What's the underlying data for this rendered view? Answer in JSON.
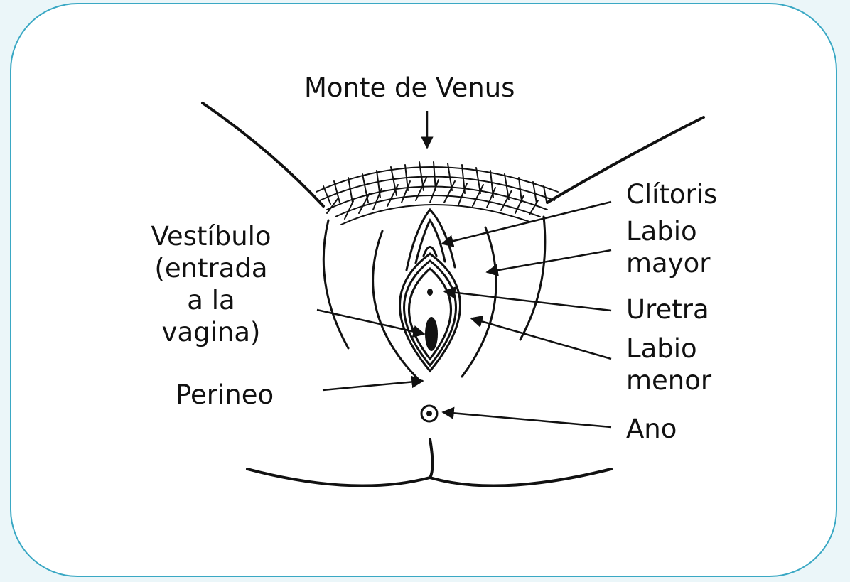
{
  "colors": {
    "background": "#ebf6f9",
    "border": "#3aa8c4",
    "card": "#ffffff",
    "ink": "#111111"
  },
  "labels": {
    "monte": "Monte de Venus",
    "clitoris": "Clítoris",
    "labio_mayor_1": "Labio",
    "labio_mayor_2": "mayor",
    "uretra": "Uretra",
    "labio_menor_1": "Labio",
    "labio_menor_2": "menor",
    "ano": "Ano",
    "vestibulo_1": "Vestíbulo",
    "vestibulo_2": "(entrada",
    "vestibulo_3": "a la",
    "vestibulo_4": "vagina)",
    "perineo": "Perineo"
  }
}
